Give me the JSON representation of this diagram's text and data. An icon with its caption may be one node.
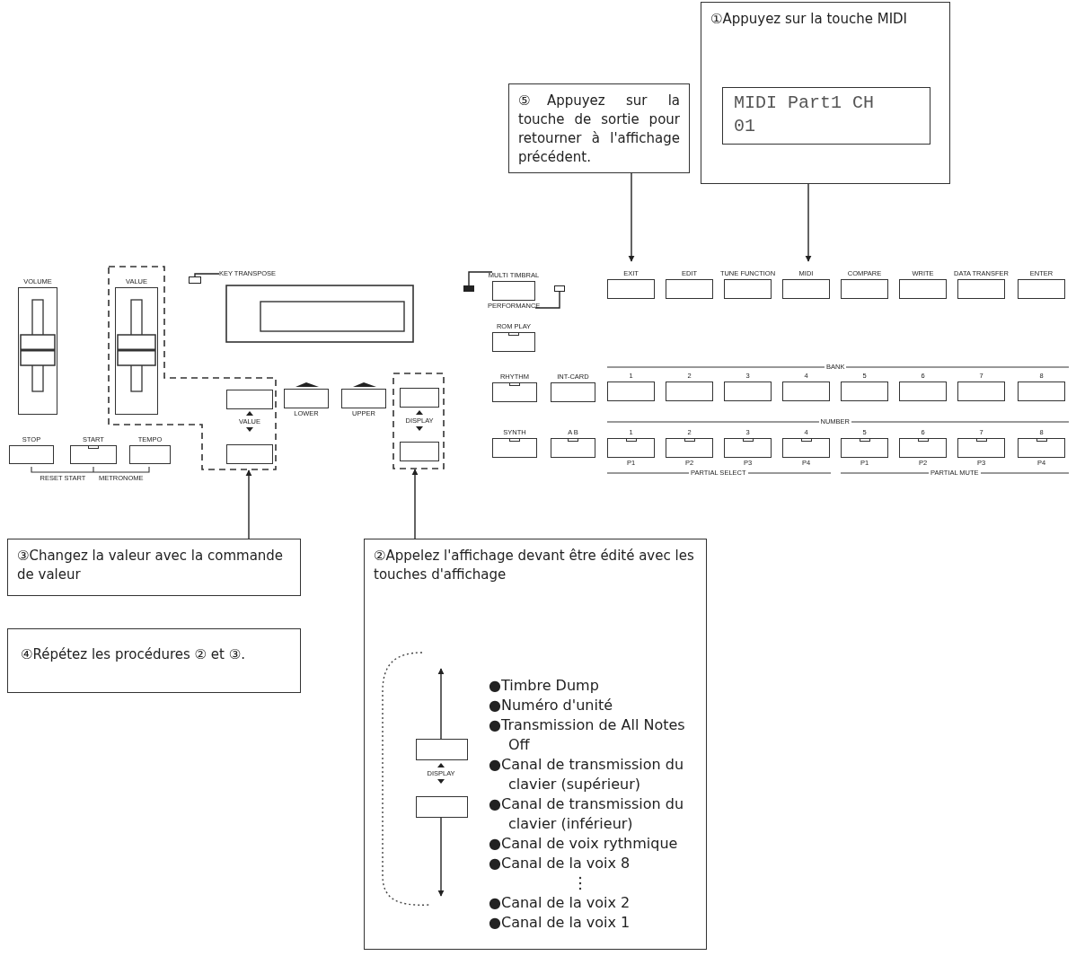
{
  "diagram": {
    "nodes": [
      {
        "text": [
          "①Appuyez sur la touche MIDI"
        ]
      },
      {
        "text": [
          "MIDI Part1 CH 01"
        ],
        "in": 0
      },
      {
        "text": [
          "⑤Appuyez sur la touche de sortie pour retourner à l'affichage précédent."
        ]
      },
      {
        "text": [
          "VOLUME"
        ]
      },
      {
        "text": [],
        "shape": "box"
      },
      {
        "text": [
          "VALUE"
        ],
        "in": 4
      },
      {
        "text": [],
        "shape": "box",
        "in": 4
      },
      {
        "text": [],
        "shape": "box",
        "in": 4
      },
      {
        "text": [
          "KEY TRANSPOSE"
        ]
      },
      {
        "text": [],
        "shape": "box"
      },
      {
        "text": [
          "STOP"
        ]
      },
      {
        "text": [
          "START"
        ]
      },
      {
        "text": [
          "TEMPO"
        ]
      },
      {
        "text": [
          "LOWER"
        ]
      },
      {
        "text": [
          "UPPER"
        ]
      },
      {
        "text": [],
        "shape": "box"
      },
      {
        "text": [],
        "shape": "box",
        "in": 15
      },
      {
        "text": [],
        "shape": "box",
        "in": 15
      },
      {
        "text": [
          "MULTI TIMBRAL",
          "PERFORMANCE"
        ]
      },
      {
        "text": [],
        "shape": "box"
      },
      {
        "text": [],
        "shape": "box"
      },
      {
        "text": [
          "ROM PLAY"
        ]
      },
      {
        "text": [
          "EXIT"
        ]
      },
      {
        "text": [
          "EDIT"
        ]
      },
      {
        "text": [
          "TUNE FUNCTION"
        ]
      },
      {
        "text": [
          "MIDI"
        ]
      },
      {
        "text": [
          "COMPARE"
        ]
      },
      {
        "text": [
          "WRITE"
        ]
      },
      {
        "text": [
          "DATA TRANSFER"
        ]
      },
      {
        "text": [
          "ENTER"
        ]
      },
      {
        "text": [
          "RHYTHM"
        ]
      },
      {
        "text": [
          "INT-CARD"
        ]
      },
      {
        "text": [
          "1"
        ]
      },
      {
        "text": [
          "2"
        ]
      },
      {
        "text": [
          "3"
        ]
      },
      {
        "text": [
          "4"
        ]
      },
      {
        "text": [
          "5"
        ]
      },
      {
        "text": [
          "6"
        ]
      },
      {
        "text": [
          "7"
        ]
      },
      {
        "text": [
          "8"
        ]
      },
      {
        "text": [
          "SYNTH"
        ]
      },
      {
        "text": [
          "A B"
        ]
      },
      {
        "text": [
          "1",
          "P1"
        ]
      },
      {
        "text": [
          "2",
          "P2"
        ]
      },
      {
        "text": [
          "3",
          "P3"
        ]
      },
      {
        "text": [
          "4",
          "P4"
        ]
      },
      {
        "text": [
          "5",
          "P1"
        ]
      },
      {
        "text": [
          "6",
          "P2"
        ]
      },
      {
        "text": [
          "7",
          "P3"
        ]
      },
      {
        "text": [
          "8",
          "P4"
        ]
      },
      {
        "text": [
          "③Changez la valeur avec la commande de valeur"
        ]
      },
      {
        "text": [
          "④Répétez les procédures ② et ③."
        ]
      },
      {
        "text": [
          "②Appelez l'affichage devant être édité avec les touches d'affichage",
          "●Timbre Dump",
          "●Numéro d'unité",
          "●Transmission de All Notes Off",
          "●Canal de transmission du clavier (supérieur)",
          "●Canal de transmission du clavier (inférieur)",
          "●Canal de voix rythmique",
          "●Canal de la voix 8",
          "●Canal de la voix 2",
          "●Canal de la voix 1"
        ]
      },
      {
        "text": [],
        "shape": "box",
        "in": 52
      },
      {
        "text": [],
        "shape": "box",
        "in": 52
      }
    ],
    "edges": [
      {
        "from": 2,
        "to": 22,
        "arrow": "to"
      },
      {
        "from": 0,
        "to": 25,
        "arrow": "to"
      },
      {
        "from": 50,
        "to": 4,
        "arrow": "to"
      },
      {
        "from": 52,
        "to": 15,
        "arrow": "to"
      },
      {
        "from": 8,
        "to": 9,
        "arrow": "none"
      },
      {
        "from": 18,
        "to": 19,
        "arrow": "none"
      },
      {
        "from": 18,
        "to": 20,
        "arrow": "none"
      },
      {
        "from": 53,
        "to": null,
        "arrow": "to"
      },
      {
        "from": 54,
        "to": null,
        "arrow": "to"
      }
    ],
    "labels": [
      "VALUE",
      "DISPLAY",
      "RESET START",
      "METRONOME",
      "BANK",
      "NUMBER",
      "PARTIAL SELECT",
      "PARTIAL MUTE",
      "DISPLAY"
    ]
  }
}
